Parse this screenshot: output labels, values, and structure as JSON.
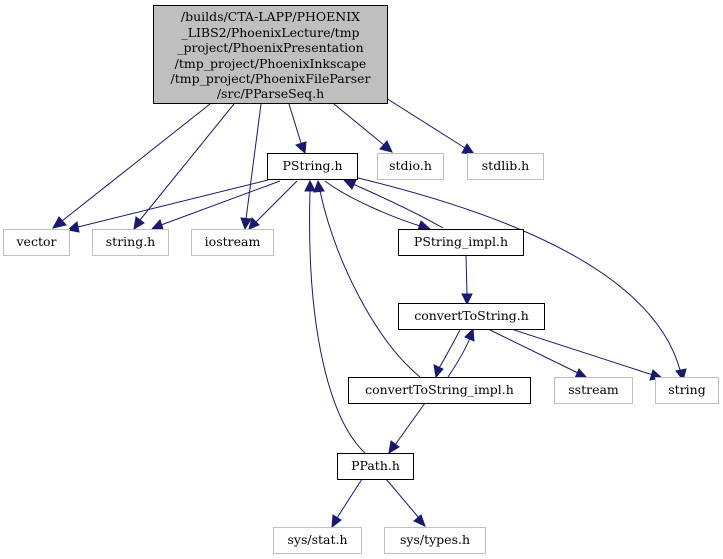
{
  "graph": {
    "nodes": {
      "main": {
        "lines": [
          "/builds/CTA-LAPP/PHOENIX",
          "_LIBS2/PhoenixLecture/tmp",
          "_project/PhoenixPresentation",
          "/tmp_project/PhoenixInkscape",
          "/tmp_project/PhoenixFileParser",
          "/src/PParseSeq.h"
        ]
      },
      "pstring": {
        "label": "PString.h"
      },
      "stdio": {
        "label": "stdio.h"
      },
      "stdlib": {
        "label": "stdlib.h"
      },
      "vector": {
        "label": "vector"
      },
      "stringh": {
        "label": "string.h"
      },
      "iostream": {
        "label": "iostream"
      },
      "pstring_impl": {
        "label": "PString_impl.h"
      },
      "converttostring": {
        "label": "convertToString.h"
      },
      "converttostring_impl": {
        "label": "convertToString_impl.h"
      },
      "sstream": {
        "label": "sstream"
      },
      "string": {
        "label": "string"
      },
      "ppath": {
        "label": "PPath.h"
      },
      "sysstat": {
        "label": "sys/stat.h"
      },
      "systypes": {
        "label": "sys/types.h"
      }
    },
    "colors": {
      "edge": "#191970",
      "main_fill": "#bfbfbf",
      "system_border": "#bfbfbf"
    }
  }
}
